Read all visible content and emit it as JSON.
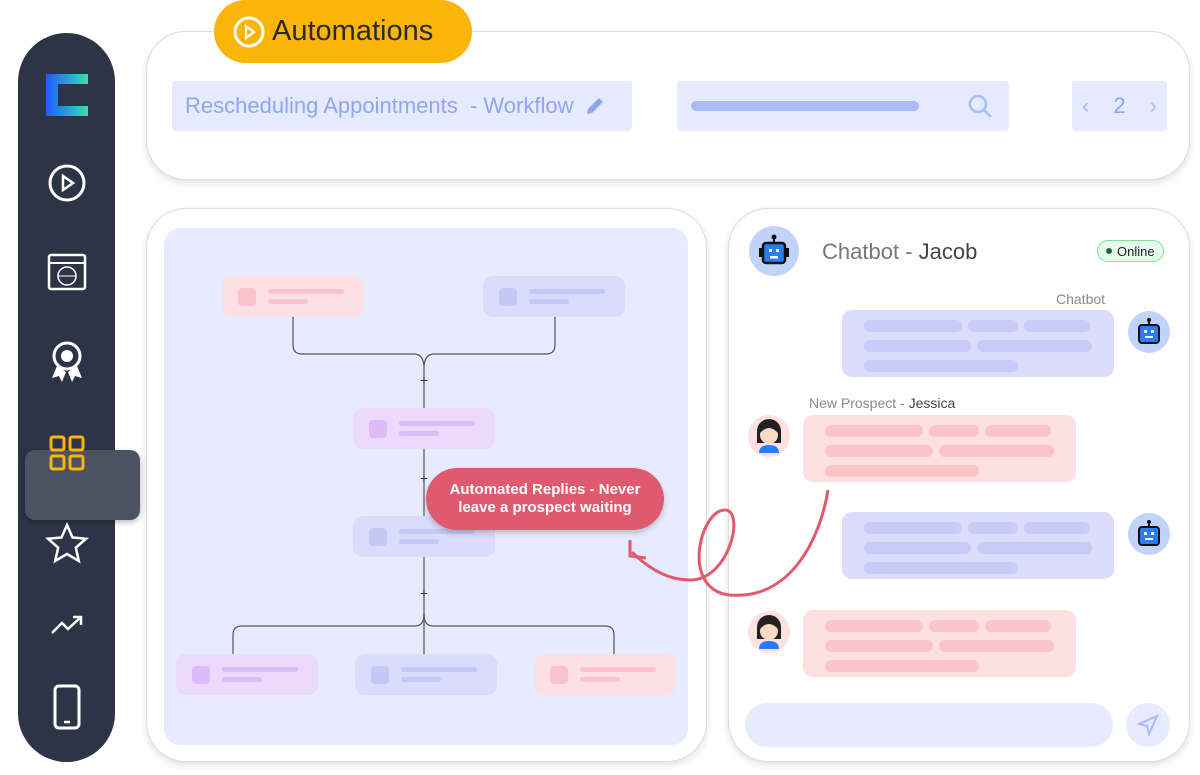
{
  "header": {
    "title": "Automations",
    "workflow_name": "Rescheduling Appointments",
    "workflow_suffix": "- Workflow",
    "page": "2"
  },
  "sidebar": {
    "items": [
      "logo",
      "automations",
      "website",
      "awards",
      "dashboard",
      "favorites",
      "analytics",
      "mobile"
    ],
    "active": "dashboard"
  },
  "callout": {
    "line1": "Automated Replies - Never",
    "line2": "leave a prospect waiting"
  },
  "chat": {
    "bot_prefix": "Chatbot - ",
    "bot_name": "Jacob",
    "status": "Online",
    "bot_label": "Chatbot",
    "prospect_prefix": "New Prospect - ",
    "prospect_name": "Jessica"
  },
  "colors": {
    "accent": "#fbb40a",
    "sidebar": "#2d3446",
    "callout": "#e05a6e",
    "online": "#1f8a3a"
  }
}
